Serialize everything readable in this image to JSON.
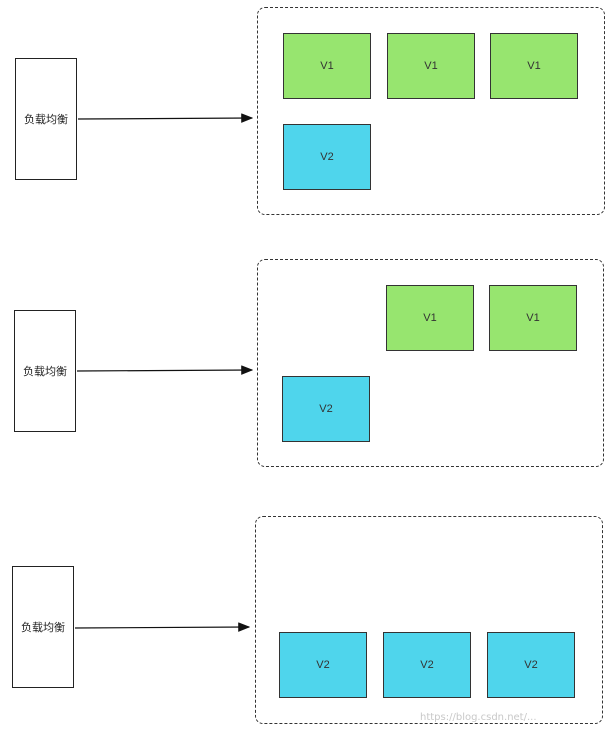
{
  "load_balancer_label": "负载均衡",
  "colors": {
    "v1": "#97e56f",
    "v2": "#4fd5ec",
    "border": "#333333"
  },
  "scenarios": [
    {
      "nodes": [
        {
          "label": "V1",
          "version": "v1"
        },
        {
          "label": "V1",
          "version": "v1"
        },
        {
          "label": "V1",
          "version": "v1"
        },
        {
          "label": "V2",
          "version": "v2"
        }
      ]
    },
    {
      "nodes": [
        {
          "label": "V1",
          "version": "v1"
        },
        {
          "label": "V1",
          "version": "v1"
        },
        {
          "label": "V2",
          "version": "v2"
        }
      ]
    },
    {
      "nodes": [
        {
          "label": "V2",
          "version": "v2"
        },
        {
          "label": "V2",
          "version": "v2"
        },
        {
          "label": "V2",
          "version": "v2"
        }
      ]
    }
  ],
  "watermark": "https://blog.csdn.net/..."
}
